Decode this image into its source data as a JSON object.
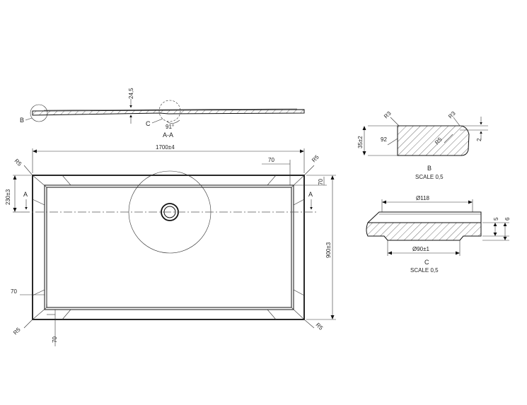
{
  "section_view": {
    "dim_height": "24,5",
    "callout_b": "B",
    "callout_c": "C",
    "angle": "91°",
    "title": "A-A"
  },
  "plan_view": {
    "dim_length": "1700±4",
    "dim_width": "900±3",
    "dim_drain_offset": "230±3",
    "dim_top_right_70": "70",
    "dim_right_70": "70",
    "dim_left_70": "70",
    "dim_bottom_70": "70",
    "radius_tl": "R5",
    "radius_tr": "R5",
    "radius_bl": "R5",
    "radius_br": "R5",
    "section_mark_left": "A",
    "section_mark_right": "A"
  },
  "detail_b": {
    "r_left": "R3",
    "r_right": "R3",
    "r_inner": "R5",
    "angle": "92",
    "dim_height": "35±2",
    "dim_lip": "2",
    "title": "B",
    "scale": "SCALE 0,5"
  },
  "detail_c": {
    "dim_outer": "Ø118",
    "dim_inner": "Ø90±1",
    "dim_5": "5",
    "dim_6": "6",
    "title": "C",
    "scale": "SCALE 0,5"
  }
}
